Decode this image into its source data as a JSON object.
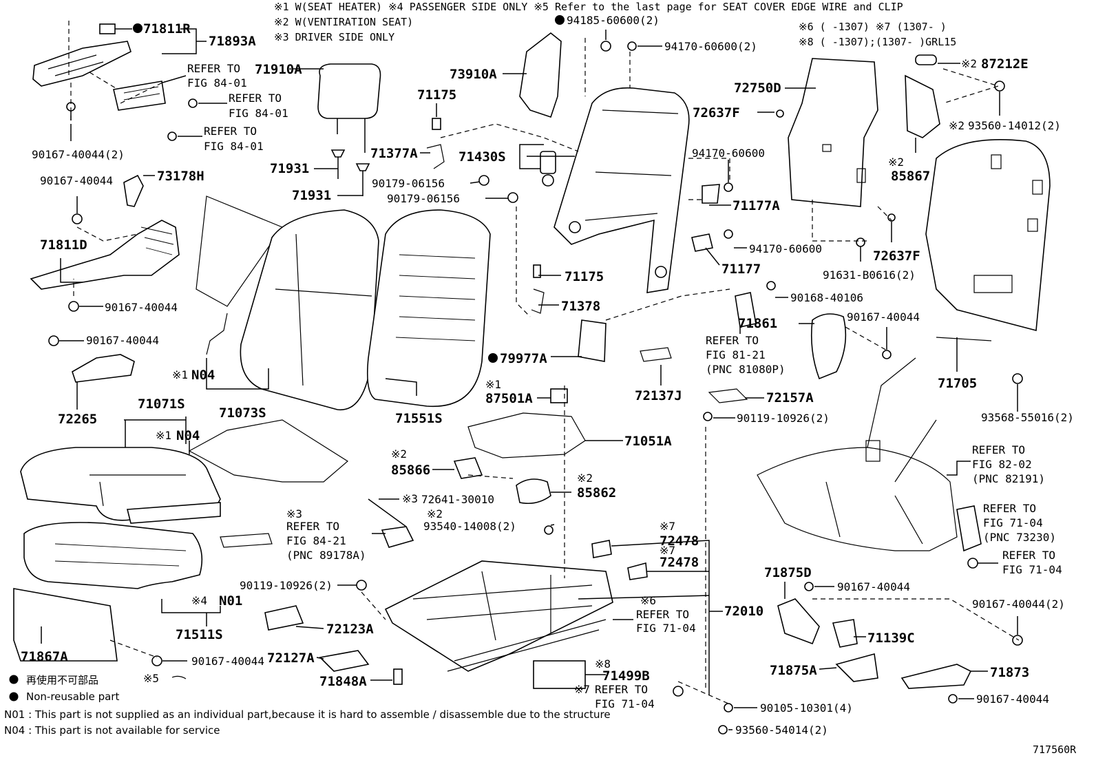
{
  "header_notes": {
    "line1": "※1 W(SEAT HEATER) ※4 PASSENGER SIDE ONLY ※5 Refer to the last page for SEAT COVER EDGE WIRE and CLIP",
    "line2": "※2 W(VENTIRATION SEAT)",
    "line3": "※3 DRIVER SIDE ONLY",
    "right1": "※6 (      -1307) ※7 (1307-      )",
    "right2": "※8 (      -1307);(1307-      )GRL15"
  },
  "callouts": [
    "71811R",
    "71893A",
    "71910A",
    "REFER TO",
    "FIG 84-01",
    "REFER TO",
    "FIG 84-01",
    "REFER TO",
    "FIG 84-01",
    "90167-40044(2)",
    "90167-40044",
    "73178H",
    "71931",
    "71931",
    "71811D",
    "90167-40044",
    "90167-40044",
    "72265",
    "73910A",
    "71175",
    "71377A",
    "71430S",
    "90179-06156",
    "90179-06156",
    "94185-60600(2)",
    "94170-60600(2)",
    "72750D",
    "72637F",
    "94170-60600",
    "71177A",
    "94170-60600",
    "71177",
    "87212E",
    "93560-14012(2)",
    "85867",
    "72637F",
    "91631-B0616(2)",
    "71175",
    "71378",
    "79977A",
    "90168-40106",
    "71861",
    "REFER TO",
    "FIG 81-21",
    "(PNC 81080P)",
    "90167-40044",
    "71705",
    "93568-55016(2)",
    "72137J",
    "72157A",
    "90119-10926(2)",
    "N04",
    "71073S",
    "71551S",
    "87501A",
    "71071S",
    "N04",
    "71051A",
    "85866",
    "85862",
    "72641-30010",
    "93540-14008(2)",
    "REFER TO",
    "FIG 84-21",
    "(PNC 89178A)",
    "REFER TO",
    "FIG 82-02",
    "(PNC 82191)",
    "REFER TO",
    "FIG 71-04",
    "(PNC 73230)",
    "REFER TO",
    "FIG 71-04",
    "72478",
    "72478",
    "N01",
    "71511S",
    "90119-10926(2)",
    "71875D",
    "90167-40044",
    "REFER TO",
    "FIG 71-04",
    "72010",
    "72123A",
    "71139C",
    "90167-40044(2)",
    "71867A",
    "90167-40044",
    "72127A",
    "71499B",
    "71875A",
    "71873",
    "71848A",
    "REFER TO",
    "FIG 71-04",
    "90105-10301(4)",
    "90167-40044",
    "93560-54014(2)"
  ],
  "legend": {
    "jp": "再使用不可部品",
    "en": "Non-reusable part",
    "ref5": "※5"
  },
  "footnotes": {
    "n01": "N01 : This part is not supplied as an individual part,because it is hard to assemble / disassemble due to the structure",
    "n04": "N04 : This part is not available for service"
  },
  "figure_id": "717560R"
}
